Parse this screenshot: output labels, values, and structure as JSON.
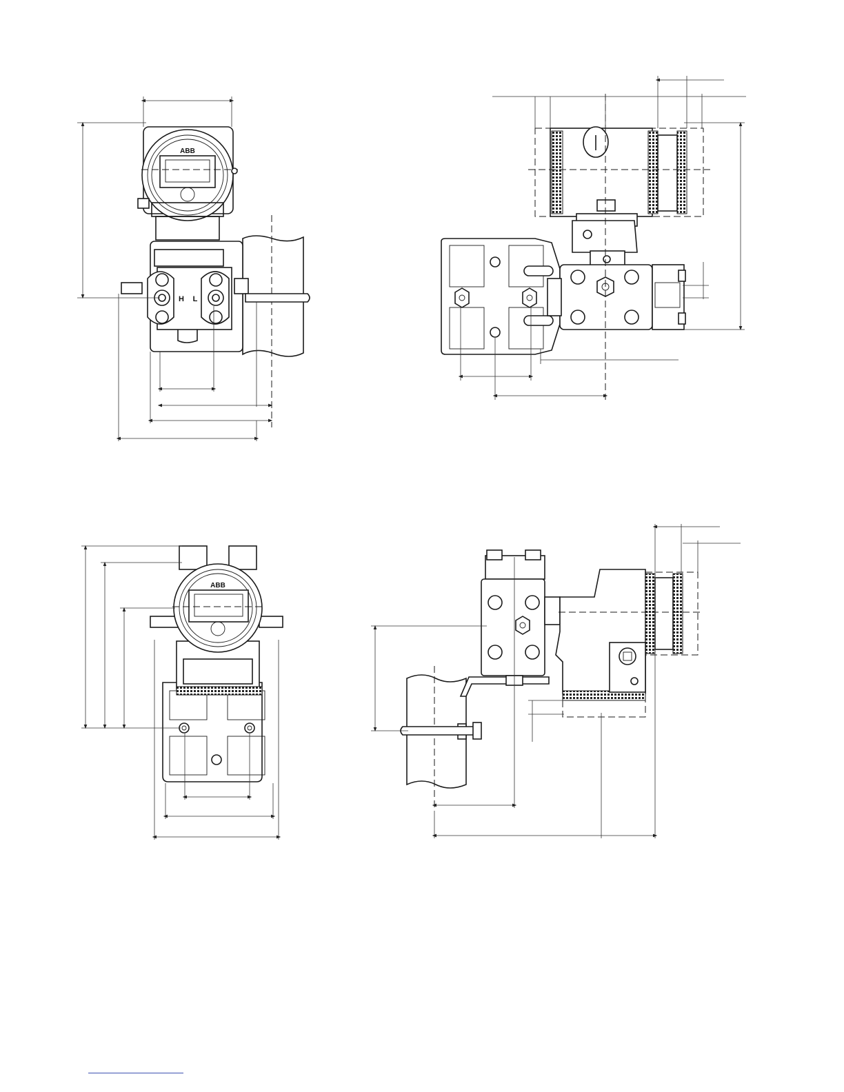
{
  "brand": {
    "logo_text": "ABB"
  },
  "views": {
    "front": {
      "high_side_label": "H",
      "low_side_label": "L"
    }
  },
  "colors": {
    "ink": "#1a1a1a",
    "footer_rule": "#3a4fb0"
  }
}
